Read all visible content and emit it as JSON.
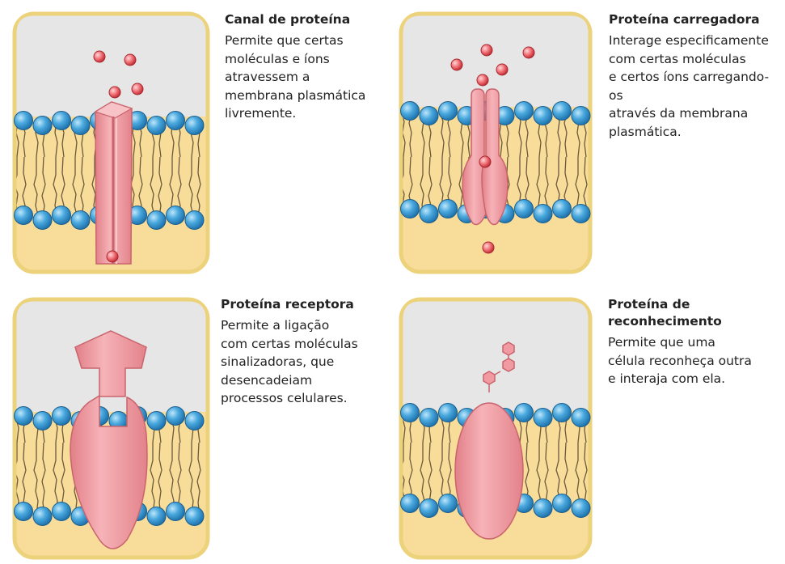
{
  "panels": [
    {
      "title": "Canal de proteína",
      "description": "Permite que certas\nmoléculas e íons\natravessem a\nmembrana plasmática\nlivremente."
    },
    {
      "title": "Proteína carregadora",
      "description": "Interage especificamente\ncom certas moléculas\ne certos íons carregando-os\natravés da membrana\nplasmática."
    },
    {
      "title": "Proteína receptora",
      "description": "Permite a ligação\ncom certas moléculas\nsinalizadoras, que\ndesencadeiam\nprocessos celulares."
    },
    {
      "title": "Proteína de\nreconhecimento",
      "description": "Permite que uma\ncélula reconheça outra\ne interaja com ela."
    }
  ],
  "colors": {
    "panel_border": "#ecd27a",
    "extracellular": "#e6e6e6",
    "cytoplasm": "#f8dc9a",
    "lipid_head": "#3f9fd6",
    "protein": "#f19aa1",
    "molecule": "#e8464e"
  }
}
